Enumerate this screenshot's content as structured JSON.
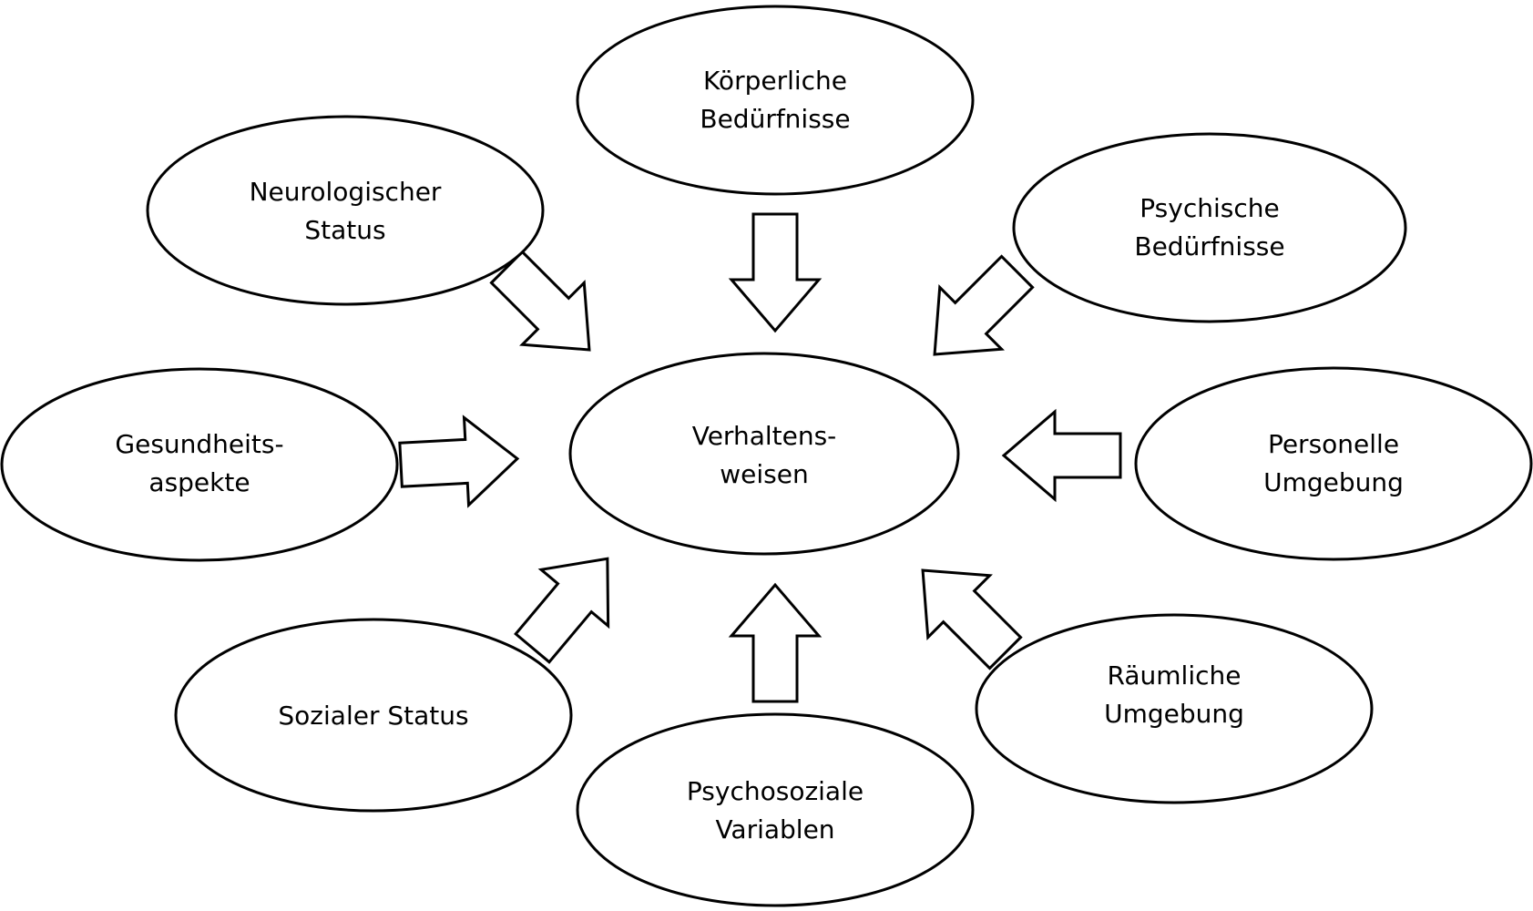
{
  "center": {
    "line1": "Verhaltens-",
    "line2": "weisen"
  },
  "nodes": {
    "koerperliche": {
      "line1": "Körperliche",
      "line2": "Bedürfnisse"
    },
    "neurologischer": {
      "line1": "Neurologischer",
      "line2": "Status"
    },
    "psychische": {
      "line1": "Psychische",
      "line2": "Bedürfnisse"
    },
    "gesundheits": {
      "line1": "Gesundheits-",
      "line2": "aspekte"
    },
    "personelle": {
      "line1": "Personelle",
      "line2": "Umgebung"
    },
    "sozialer": {
      "line1": "Sozialer Status"
    },
    "raeumliche": {
      "line1": "Räumliche",
      "line2": "Umgebung"
    },
    "psychosoziale": {
      "line1": "Psychosoziale",
      "line2": "Variablen"
    }
  },
  "colors": {
    "stroke": "#000000",
    "fill": "#ffffff"
  }
}
